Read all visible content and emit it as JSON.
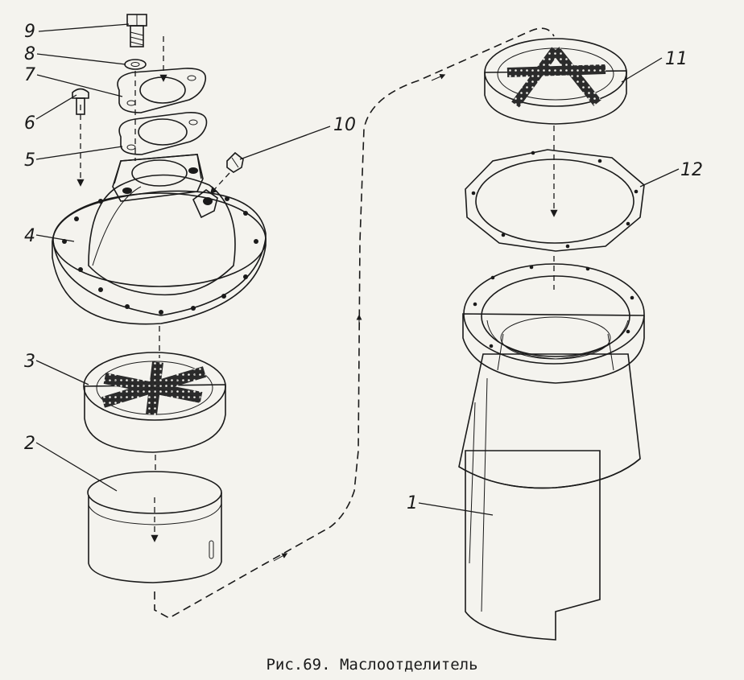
{
  "figure": {
    "caption": "Рис.69. Маслоотделитель"
  },
  "callouts": [
    {
      "id": "p9",
      "text": "9"
    },
    {
      "id": "p8",
      "text": "8"
    },
    {
      "id": "p7",
      "text": "7"
    },
    {
      "id": "p6",
      "text": "6"
    },
    {
      "id": "p5",
      "text": "5"
    },
    {
      "id": "p10",
      "text": "10"
    },
    {
      "id": "p4",
      "text": "4"
    },
    {
      "id": "p3",
      "text": "3"
    },
    {
      "id": "p2",
      "text": "2"
    },
    {
      "id": "p11",
      "text": "11"
    },
    {
      "id": "p12",
      "text": "12"
    },
    {
      "id": "p1",
      "text": "1"
    }
  ],
  "colors": {
    "ink": "#1a1a1a",
    "paper": "#f4f3ee",
    "filter": "#2b2b2b"
  }
}
